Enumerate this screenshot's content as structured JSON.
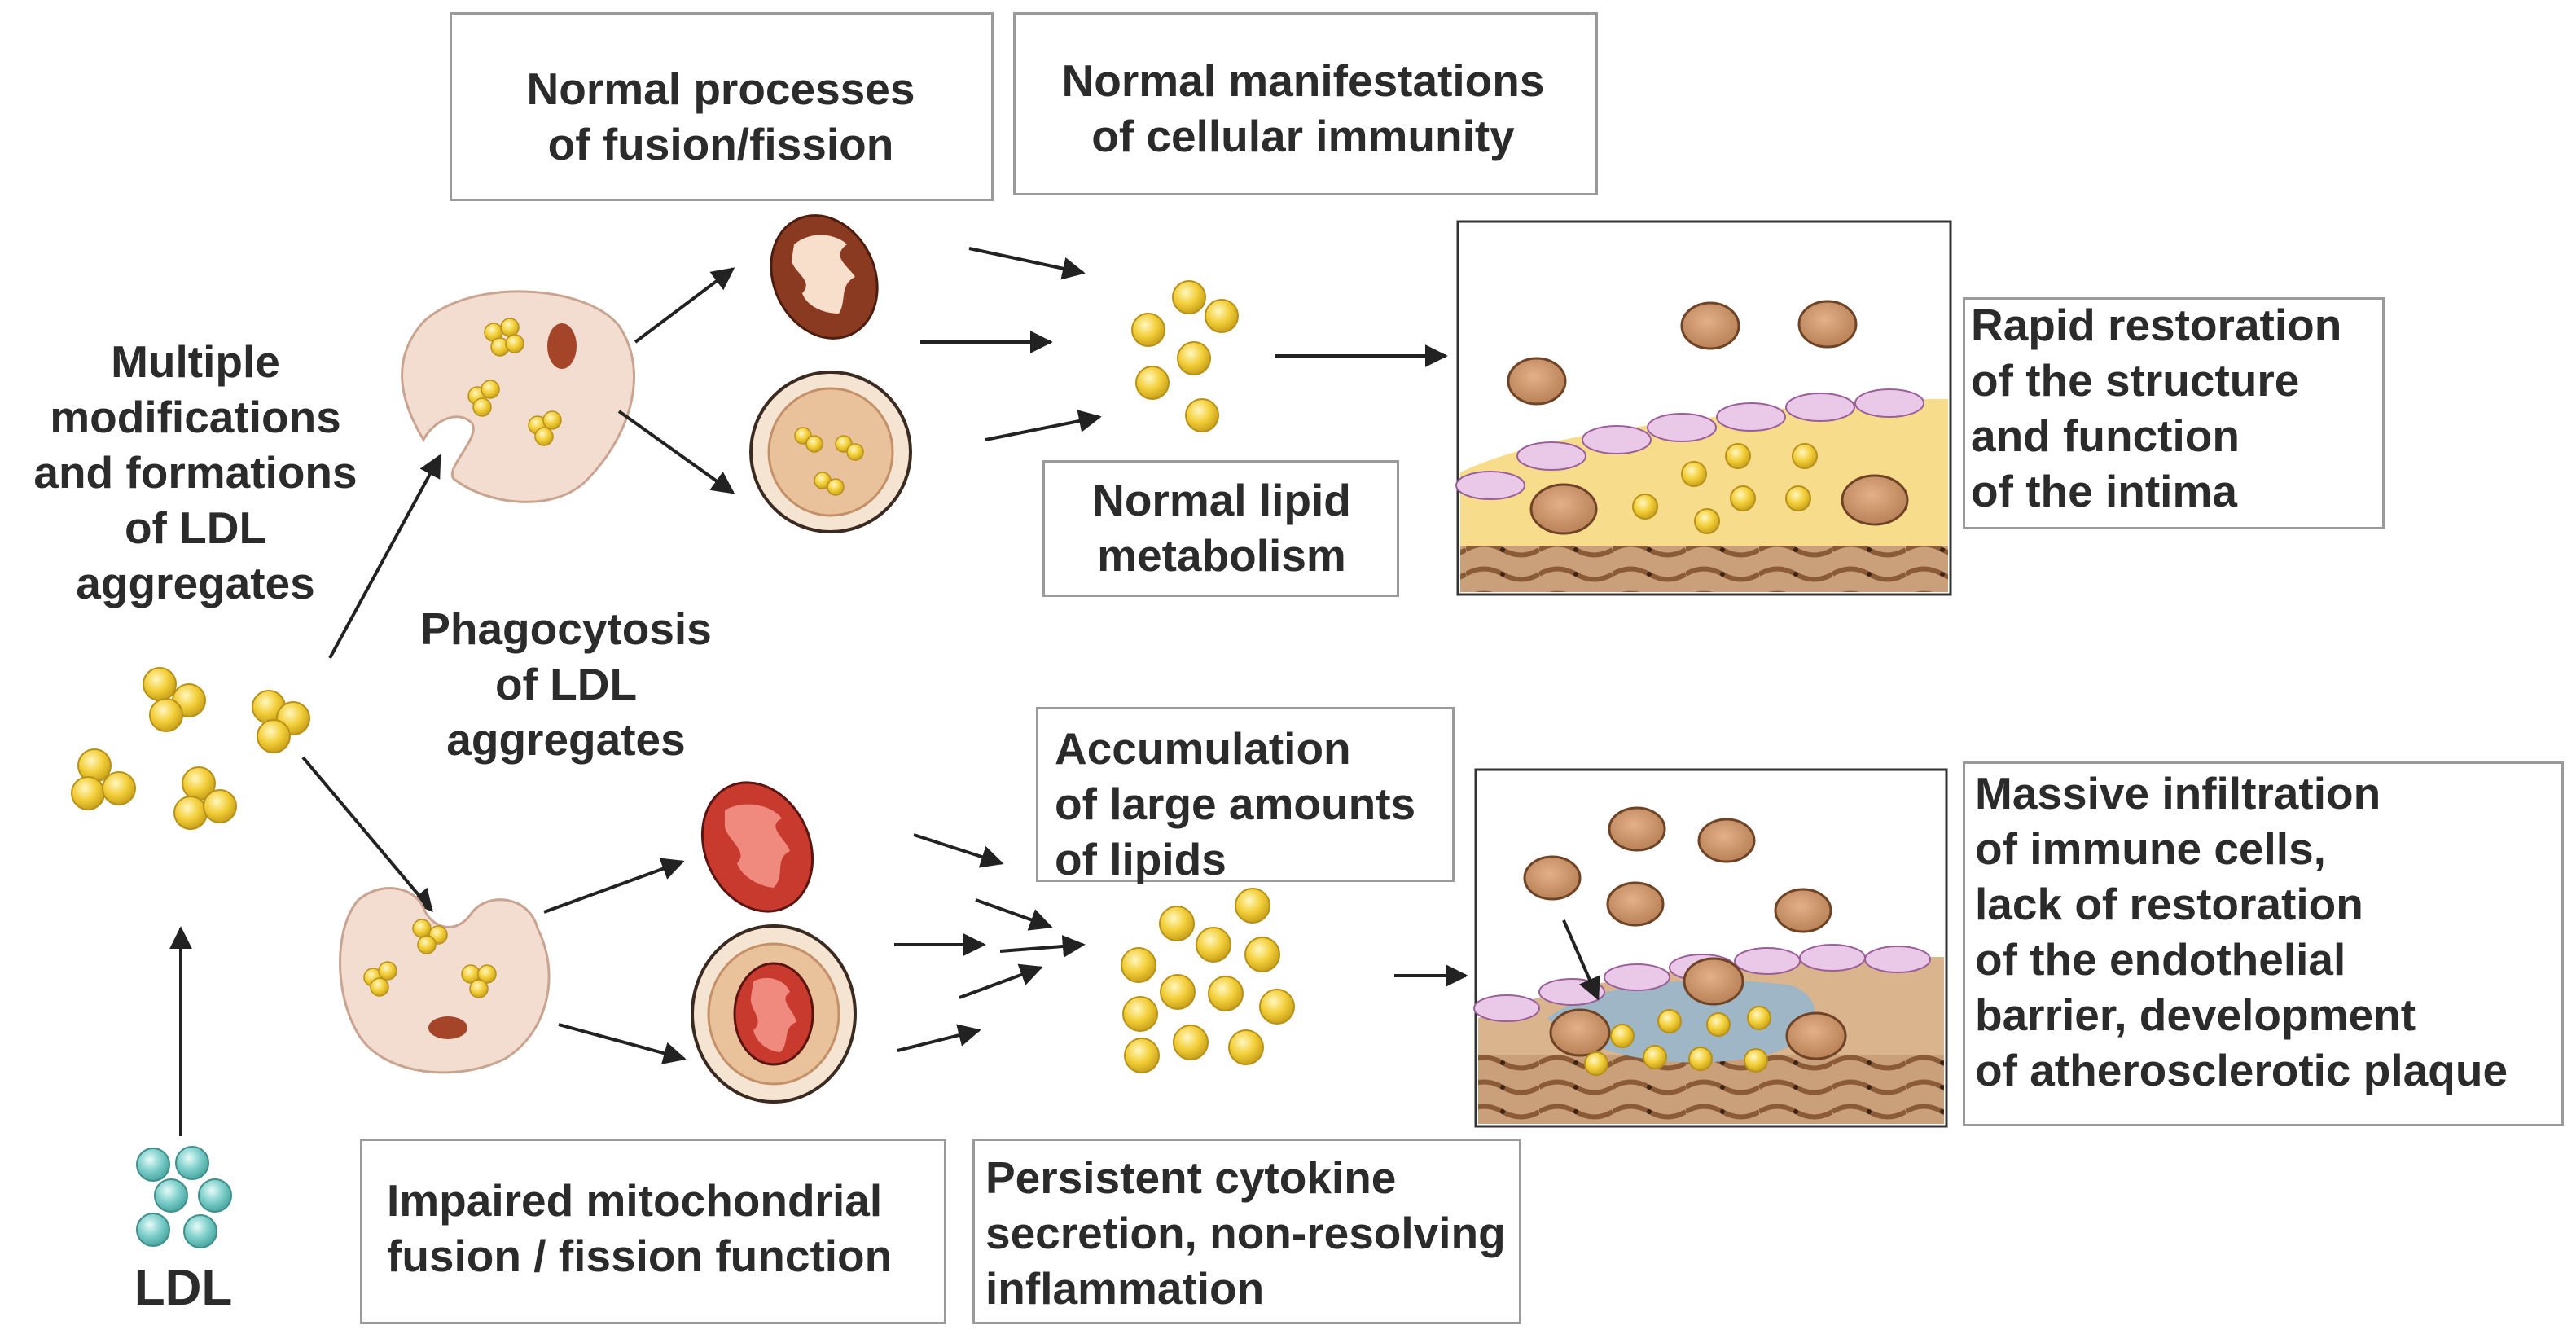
{
  "labels": {
    "multiple_modifications": "Multiple\nmodifications\nand formations\nof LDL\naggregates",
    "phagocytosis": "Phagocytosis\nof LDL\naggregates",
    "ldl": "LDL",
    "normal_fusion": "Normal processes\nof fusion/fission",
    "normal_immunity": "Normal manifestations\nof cellular immunity",
    "normal_lipid": "Normal lipid\nmetabolism",
    "rapid_restoration": "Rapid restoration\nof the structure\nand function\nof the intima",
    "accumulation": "Accumulation\nof large amounts\nof lipids",
    "massive_infiltration": "Massive infiltration\nof immune cells,\nlack of restoration\nof the endothelial\nbarrier, development\nof atherosclerotic plaque",
    "impaired_mito": "Impaired mitochondrial\nfusion / fission function",
    "persistent_cytokine": "Persistent cytokine\nsecretion, non-resolving\ninflammation"
  },
  "colors": {
    "ldl_native": "#7fcfcb",
    "ldl_aggregate": "#f3cf3a",
    "cell_body": "#f2ddd0",
    "healthy_mito": "#8b3a22",
    "damaged_mito": "#c83a2e",
    "intima_yellow": "#f7dc8c",
    "plaque_core": "#9fb6c6",
    "endothelium": "#e9c8e8",
    "immune_cell": "#c98f62"
  }
}
